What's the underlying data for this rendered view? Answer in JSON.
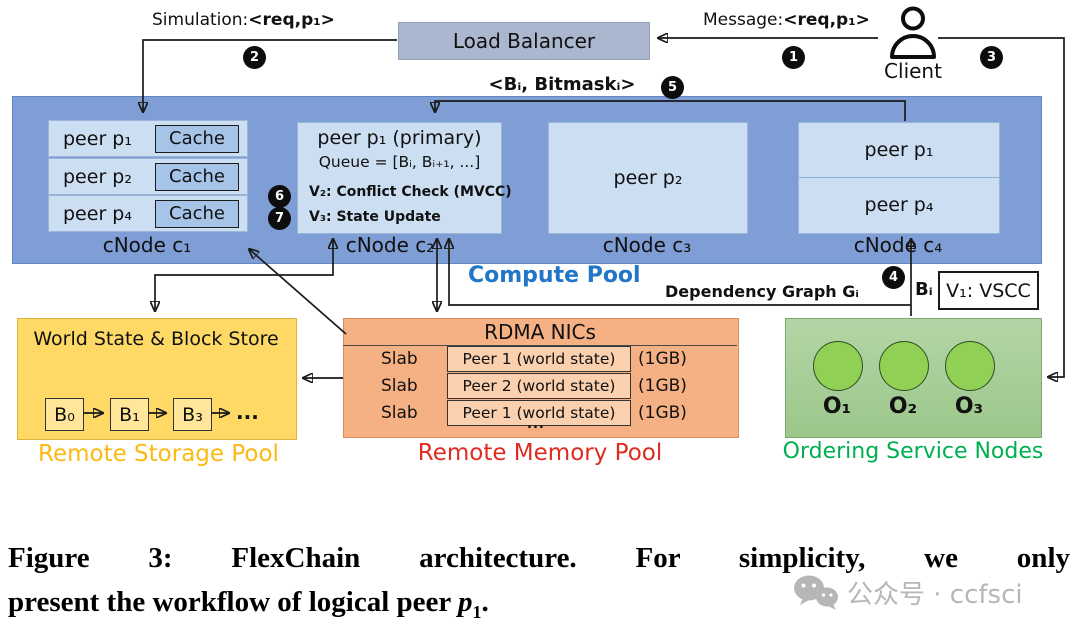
{
  "figure": {
    "top": {
      "simulation_label": "Simulation:",
      "simulation_value": "<req,p₁>",
      "message_label": "Message:",
      "message_value": "<req,p₁>",
      "load_balancer": "Load Balancer",
      "client": "Client",
      "bitmask_broadcast": "<Bᵢ, Bitmaskᵢ>"
    },
    "steps": {
      "s1": "1",
      "s2": "2",
      "s3": "3",
      "s4": "4",
      "s5": "5",
      "s6": "6",
      "s7": "7"
    },
    "compute_pool": {
      "label": "Compute Pool",
      "cnode1": {
        "label": "cNode c₁",
        "rows": [
          {
            "peer": "peer p₁",
            "cache": "Cache"
          },
          {
            "peer": "peer p₂",
            "cache": "Cache"
          },
          {
            "peer": "peer p₄",
            "cache": "Cache"
          }
        ]
      },
      "cnode2": {
        "label": "cNode c₂",
        "title": "peer p₁ (primary)",
        "queue": "Queue = [Bᵢ, Bᵢ₊₁, ...]",
        "v2": "V₂: Conflict Check (MVCC)",
        "v3": "V₃: State Update"
      },
      "cnode3": {
        "label": "cNode c₃",
        "peer": "peer p₂"
      },
      "cnode4": {
        "label": "cNode c₄",
        "peer1": "peer p₁",
        "peer2": "peer p₄"
      }
    },
    "annotations": {
      "dependency_graph": "Dependency Graph Gᵢ",
      "block": "Bᵢ",
      "vscc": "V₁: VSCC"
    },
    "storage_pool": {
      "title": "World State & Block Store",
      "blocks": [
        "B₀",
        "B₁",
        "B₃"
      ],
      "ellipsis": "...",
      "label": "Remote Storage Pool"
    },
    "memory_pool": {
      "title": "RDMA NICs",
      "rows": [
        {
          "slab": "Slab",
          "content": "Peer 1 (world state)",
          "size": "(1GB)"
        },
        {
          "slab": "Slab",
          "content": "Peer 2 (world state)",
          "size": "(1GB)"
        },
        {
          "slab": "Slab",
          "content": "Peer 1 (world state)",
          "size": "(1GB)"
        }
      ],
      "ellipsis": "...",
      "label": "Remote Memory Pool"
    },
    "ordering": {
      "nodes": [
        "O₁",
        "O₂",
        "O₃"
      ],
      "label": "Ordering Service Nodes"
    },
    "caption": {
      "line1": "Figure 3: FlexChain architecture. For simplicity, we only",
      "line2_prefix": "present the workflow of logical peer ",
      "line2_math": "p",
      "line2_sub": "1",
      "line2_suffix": "."
    },
    "watermark": {
      "text": "公众号 · ccfsci"
    },
    "colors": {
      "compute_pool_bg": "#7e9ed5",
      "node_bg": "#cbdef2",
      "cache_bg": "#a6c3e8",
      "load_balancer_bg": "#aab7ce",
      "storage_bg": "#fed966",
      "storage_label": "#fcb913",
      "memory_bg": "#f5b183",
      "memory_label": "#e02b20",
      "ordering_bg": "#a8cd9b",
      "ordering_node": "#8fd055",
      "ordering_label": "#00b050",
      "compute_label": "#2176c7"
    }
  }
}
